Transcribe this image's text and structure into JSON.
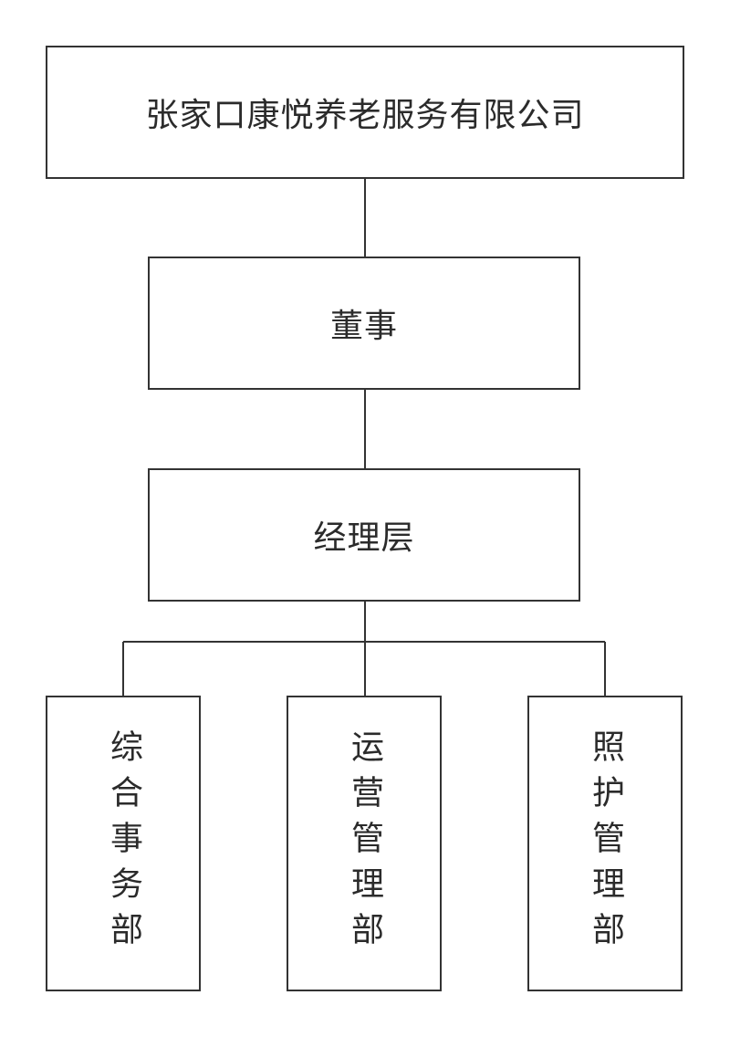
{
  "org_chart": {
    "company": "张家口康悦养老服务有限公司",
    "board": "董事",
    "management": "经理层",
    "departments": [
      {
        "label": "综合事务部"
      },
      {
        "label": "运营管理部"
      },
      {
        "label": "照护管理部"
      }
    ]
  },
  "colors": {
    "line": "#333333",
    "text": "#2b2b2b",
    "background": "#ffffff"
  }
}
